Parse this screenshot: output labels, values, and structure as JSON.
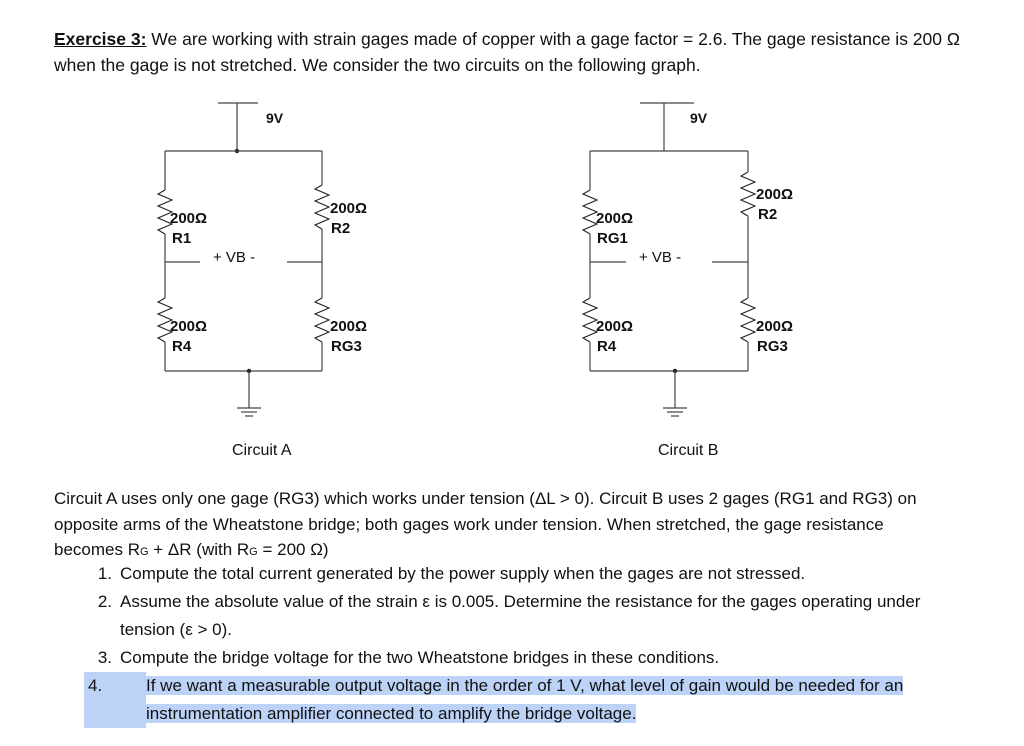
{
  "intro": {
    "label": "Exercise 3:",
    "text": " We are working with strain gages made of copper with a gage factor = 2.6. The gage resistance is 200 Ω when the gage is not stretched. We consider the two circuits on the following graph."
  },
  "circuit_a": {
    "supply": "9V",
    "r1_value": "200Ω",
    "r1_name": "R1",
    "r2_value": "200Ω",
    "r2_name": "R2",
    "r4_value": "200Ω",
    "r4_name": "R4",
    "rg3_value": "200Ω",
    "rg3_name": "RG3",
    "vb_label": "+ VB -",
    "caption": "Circuit A"
  },
  "circuit_b": {
    "supply": "9V",
    "rg1_value": "200Ω",
    "rg1_name": "RG1",
    "r2_value": "200Ω",
    "r2_name": "R2",
    "r4_value": "200Ω",
    "r4_name": "R4",
    "rg3_value": "200Ω",
    "rg3_name": "RG3",
    "vb_label": "+ VB -",
    "caption": "Circuit B"
  },
  "description": "Circuit A uses only one gage (RG3) which works under tension (ΔL > 0). Circuit B uses 2 gages (RG1 and RG3) on opposite arms of the Wheatstone bridge; both gages work under tension. When stretched, the gage resistance becomes R",
  "description_sub": "G",
  "description_mid": " + ΔR (with R",
  "description_end": " = 200 Ω)",
  "questions": [
    {
      "num": "1.",
      "text": "Compute the total current generated by the power supply when the gages are not stressed."
    },
    {
      "num": "2.",
      "text": "Assume the absolute value of the strain ε is 0.005. Determine the resistance for the gages operating under tension (ε > 0)."
    },
    {
      "num": "3.",
      "text": "Compute the bridge voltage for the two Wheatstone bridges in these conditions."
    },
    {
      "num": "4.",
      "text": "If we want a measurable output voltage in the order of 1 V, what level of gain would be needed for an instrumentation amplifier connected to amplify the bridge voltage."
    }
  ]
}
